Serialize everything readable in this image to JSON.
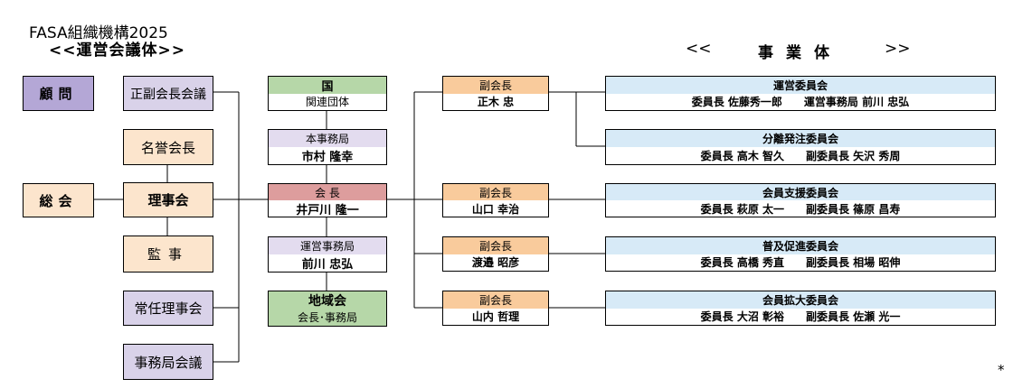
{
  "header": {
    "title": "FASA組織機構2025",
    "subtitle": "<<運営会議体>>",
    "business_left": "<<",
    "business_title": "事業体",
    "business_right": ">>"
  },
  "left": {
    "advisor": "顧問",
    "general_meeting": "総会",
    "vice_chair_meeting": "正副会長会議",
    "honorary_chair": "名誉会長",
    "board": "理事会",
    "auditor": "監事",
    "standing_board": "常任理事会",
    "office_meeting": "事務局会議"
  },
  "center": {
    "country": {
      "title": "国",
      "sub": "関連団体"
    },
    "head_office": {
      "title": "本事務局",
      "name": "市村 隆幸"
    },
    "president": {
      "title": "会 長",
      "name": "井戸川 隆一"
    },
    "operations_office": {
      "title": "運営事務局",
      "name": "前川 忠弘"
    },
    "regional": {
      "title": "地域会",
      "sub": "会長･事務局"
    }
  },
  "vice_presidents": [
    {
      "title": "副会長",
      "name": "正木 忠"
    },
    {
      "title": "副会長",
      "name": "山口 幸治"
    },
    {
      "title": "副会長",
      "name": "渡邉 昭彦"
    },
    {
      "title": "副会長",
      "name": "山内 哲理"
    }
  ],
  "committees": [
    {
      "title": "運営委員会",
      "detail": "委員長 佐藤秀一郎　　運営事務局 前川 忠弘"
    },
    {
      "title": "分離発注委員会",
      "detail": "委員長 高木 智久　　副委員長 矢沢 秀周"
    },
    {
      "title": "会員支援委員会",
      "detail": "委員長 萩原 太一　　副委員長 篠原 昌寿"
    },
    {
      "title": "普及促進委員会",
      "detail": "委員長 高橋 秀直　　副委員長 相場 昭伸"
    },
    {
      "title": "会員拡大委員会",
      "detail": "委員長 大沼 彰裕　　副委員長 佐瀬 光一"
    }
  ],
  "footnote": "*",
  "colors": {
    "purple": "#b4a7d6",
    "purple_light": "#d9d2e9",
    "peach": "#fce5cd",
    "green": "#b6d7a8",
    "lavender": "#e3dcef",
    "red": "#dd9d9d",
    "orange": "#f9cb9c",
    "light_blue": "#d7eaf7"
  }
}
